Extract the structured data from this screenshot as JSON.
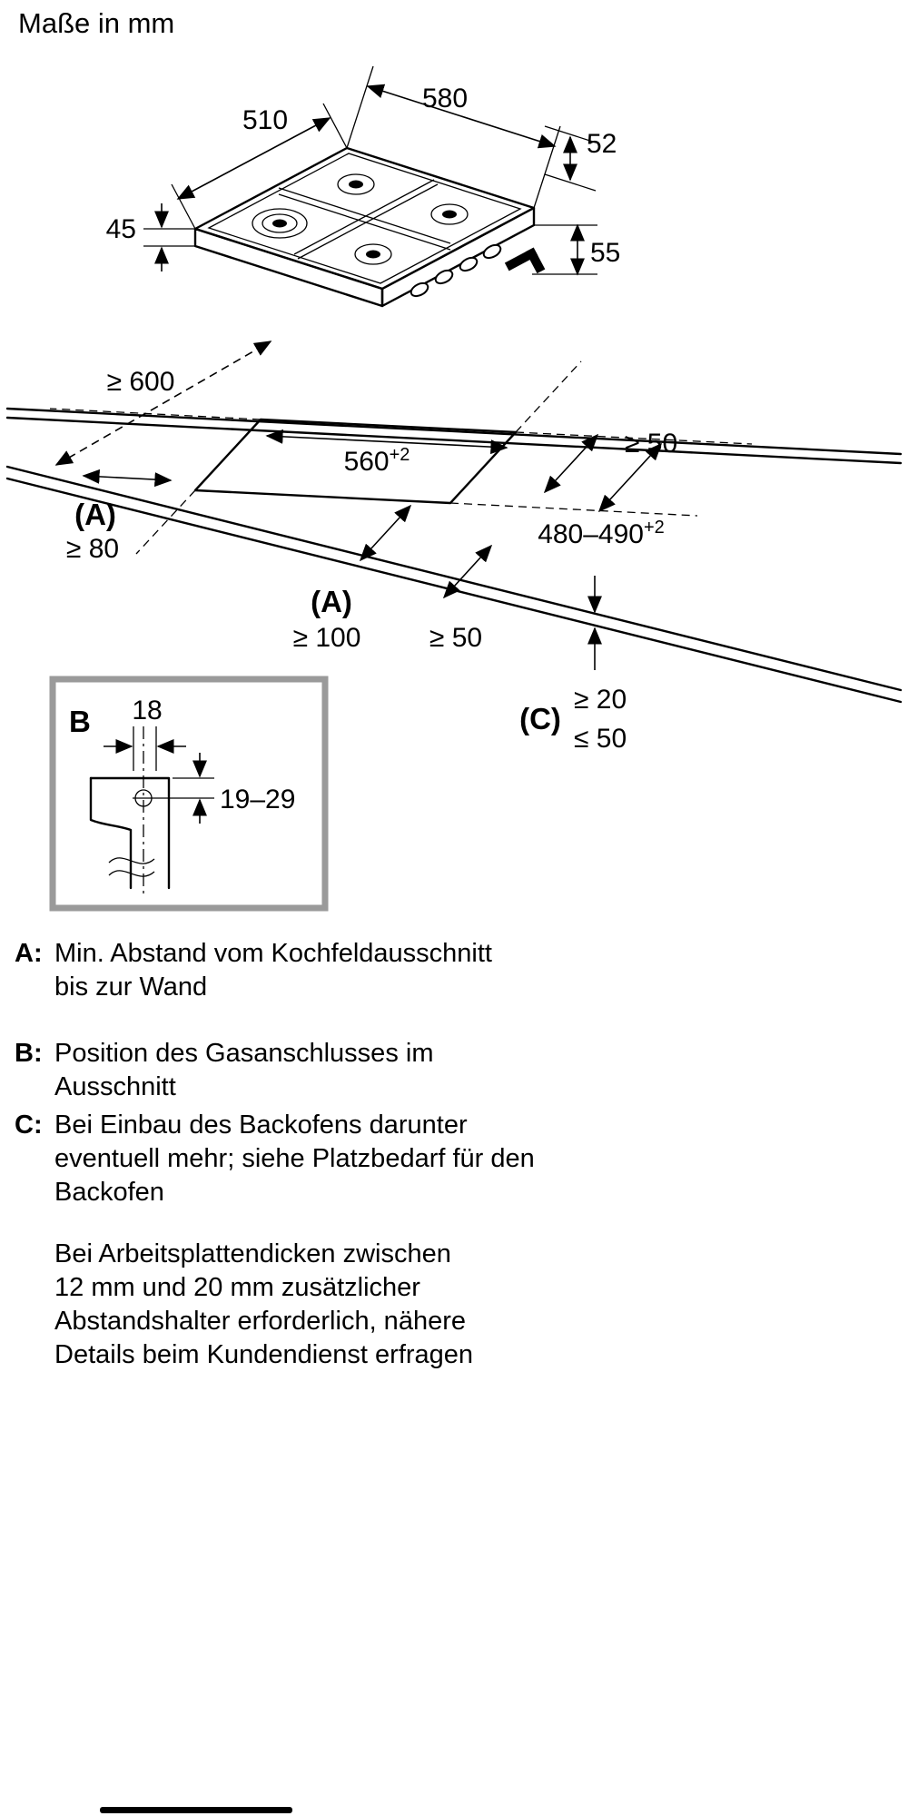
{
  "title": "Maße in mm",
  "hob": {
    "depth": "510",
    "width": "580",
    "knob_height": "52",
    "height": "45",
    "connection_height": "55"
  },
  "cutout": {
    "front_clearance": "≥ 600",
    "right_clearance": "≥ 50",
    "width": "560",
    "width_sup": "+2",
    "a1_label": "(A)",
    "a1_value": "≥ 80",
    "depth": "480–490",
    "depth_sup": "+2",
    "a2_label": "(A)",
    "a2_value": "≥ 100",
    "bottom_clearance": "≥ 50",
    "c_label": "(C)",
    "c_min": "≥ 20",
    "c_max": "≤ 50"
  },
  "detail_b": {
    "label": "B",
    "hole_offset": "18",
    "hole_depth": "19–29"
  },
  "legend": {
    "items": [
      {
        "key": "A:",
        "lines": [
          "Min. Abstand vom Kochfeldausschnitt",
          "bis zur Wand"
        ]
      },
      {
        "key": "B:",
        "lines": [
          "Position des Gasanschlusses im",
          "Ausschnitt"
        ]
      },
      {
        "key": "C:",
        "lines": [
          "Bei Einbau des Backofens darunter",
          "eventuell mehr; siehe Platzbedarf für den",
          "Backofen"
        ]
      }
    ],
    "note_lines": [
      "Bei Arbeitsplattendicken zwischen",
      "12 mm und 20 mm zusätzlicher",
      "Abstandshalter erforderlich, nähere",
      "Details beim Kundendienst erfragen"
    ]
  }
}
